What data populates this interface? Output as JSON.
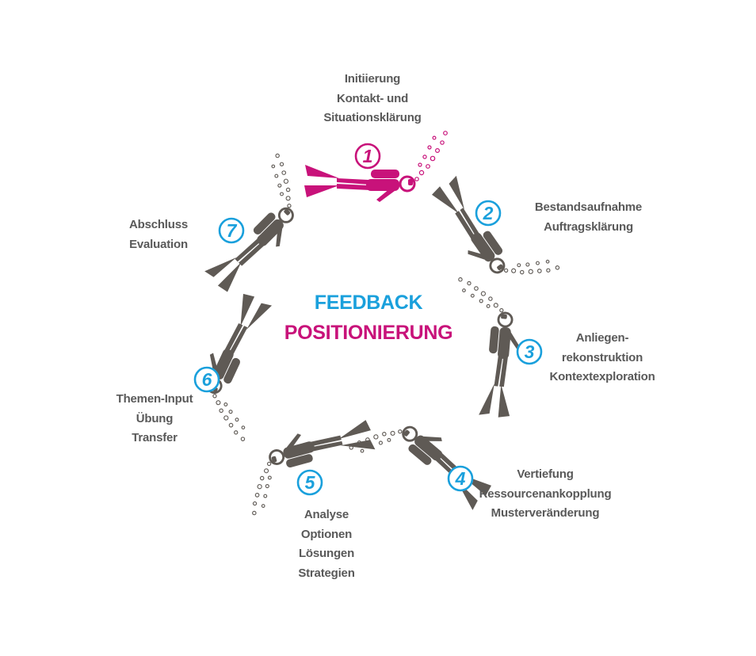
{
  "center": {
    "line1": "FEEDBACK",
    "line2": "POSITIONIERUNG",
    "line1_color": "#1aa0dc",
    "line2_color": "#c8127a"
  },
  "colors": {
    "diver_active": "#c8127a",
    "diver_default": "#5f5a55",
    "number_default": "#1aa0dc",
    "label_text": "#595959"
  },
  "steps": [
    {
      "number": "1",
      "lines": [
        "Initiierung",
        "Kontakt- und",
        "Situationsklärung"
      ],
      "active": true
    },
    {
      "number": "2",
      "lines": [
        "Bestandsaufnahme",
        "Auftragsklärung"
      ],
      "active": false
    },
    {
      "number": "3",
      "lines": [
        "Anliegen-",
        "rekonstruktion",
        "Kontextexploration"
      ],
      "active": false
    },
    {
      "number": "4",
      "lines": [
        "Vertiefung",
        "Ressourcenankopplung",
        "Musterveränderung"
      ],
      "active": false
    },
    {
      "number": "5",
      "lines": [
        "Analyse",
        "Optionen",
        "Lösungen",
        "Strategien"
      ],
      "active": false
    },
    {
      "number": "6",
      "lines": [
        "Themen-Input",
        "Übung",
        "Transfer"
      ],
      "active": false
    },
    {
      "number": "7",
      "lines": [
        "Abschluss",
        "Evaluation"
      ],
      "active": false
    }
  ]
}
